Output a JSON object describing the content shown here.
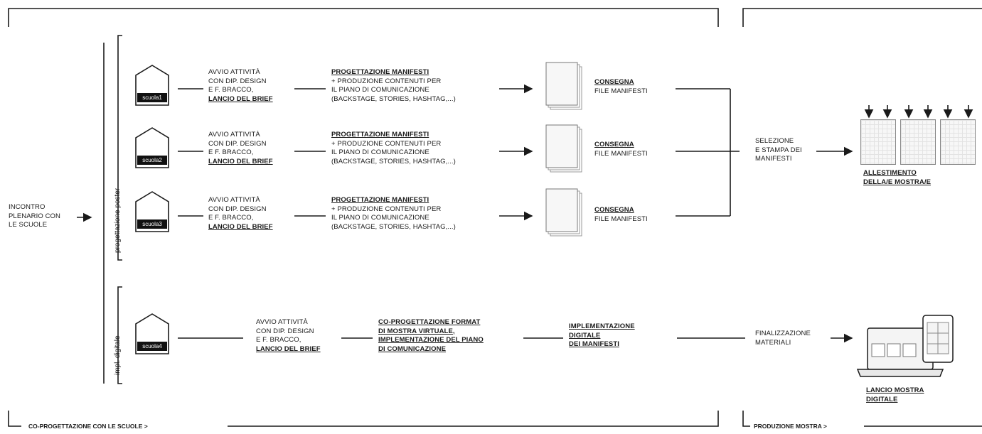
{
  "left_label": "INCONTRO PLENARIO CON LE SCUOLE",
  "left_lines": [
    "INCONTRO",
    "PLENARIO CON",
    "LE SCUOLE"
  ],
  "group_labels": {
    "poster": "progettazione poster",
    "digital": "impl. digitale"
  },
  "schools": [
    {
      "tag": "scuola1",
      "avvio": [
        "AVVIO ATTIVITÀ",
        "CON DIP. DESIGN",
        "E F. BRACCO,"
      ],
      "avvio_bold": "LANCIO DEL BRIEF",
      "prog_bold": "PROGETTAZIONE MANIFESTI",
      "prog": [
        "+ PRODUZIONE CONTENUTI PER",
        "IL PIANO DI COMUNICAZIONE",
        "(BACKSTAGE, STORIES, HASHTAG,...)"
      ],
      "consegna_bold": "CONSEGNA",
      "consegna": "FILE MANIFESTI"
    },
    {
      "tag": "scuola2",
      "avvio": [
        "AVVIO ATTIVITÀ",
        "CON DIP. DESIGN",
        "E F. BRACCO,"
      ],
      "avvio_bold": "LANCIO DEL BRIEF",
      "prog_bold": "PROGETTAZIONE MANIFESTI",
      "prog": [
        "+ PRODUZIONE CONTENUTI PER",
        "IL PIANO DI COMUNICAZIONE",
        "(BACKSTAGE, STORIES, HASHTAG,...)"
      ],
      "consegna_bold": "CONSEGNA",
      "consegna": "FILE MANIFESTI"
    },
    {
      "tag": "scuola3",
      "avvio": [
        "AVVIO ATTIVITÀ",
        "CON DIP. DESIGN",
        "E F. BRACCO,"
      ],
      "avvio_bold": "LANCIO DEL BRIEF",
      "prog_bold": "PROGETTAZIONE MANIFESTI",
      "prog": [
        "+ PRODUZIONE CONTENUTI PER",
        "IL PIANO DI COMUNICAZIONE",
        "(BACKSTAGE, STORIES, HASHTAG,...)"
      ],
      "consegna_bold": "CONSEGNA",
      "consegna": "FILE MANIFESTI"
    }
  ],
  "digital": {
    "tag": "scuola4",
    "avvio": [
      "AVVIO ATTIVITÀ",
      "CON DIP. DESIGN",
      "E F. BRACCO,"
    ],
    "avvio_bold": "LANCIO DEL BRIEF",
    "cop_bold": [
      "CO-PROGETTAZIONE FORMAT",
      "DI MOSTRA VIRTUALE,",
      "IMPLEMENTAZIONE DEL PIANO",
      "DI COMUNICAZIONE"
    ],
    "impl_bold": [
      "IMPLEMENTAZIONE",
      "DIGITALE",
      "DEI MANIFESTI"
    ]
  },
  "selezione": [
    "SELEZIONE",
    "E STAMPA DEI",
    "MANIFESTI"
  ],
  "allestimento": [
    "ALLESTIMENTO",
    "DELLA/E MOSTRA/E"
  ],
  "finalizzazione": [
    "FINALIZZAZIONE",
    "MATERIALI"
  ],
  "lancio_mostra": [
    "LANCIO MOSTRA",
    "DIGITALE"
  ],
  "footer": {
    "left": "CO-PROGETTAZIONE CON LE SCUOLE >",
    "right": "PRODUZIONE MOSTRA >"
  },
  "colors": {
    "ink": "#1a1a1a",
    "tag_bg": "#111111",
    "paper": "#f7f7f7"
  }
}
